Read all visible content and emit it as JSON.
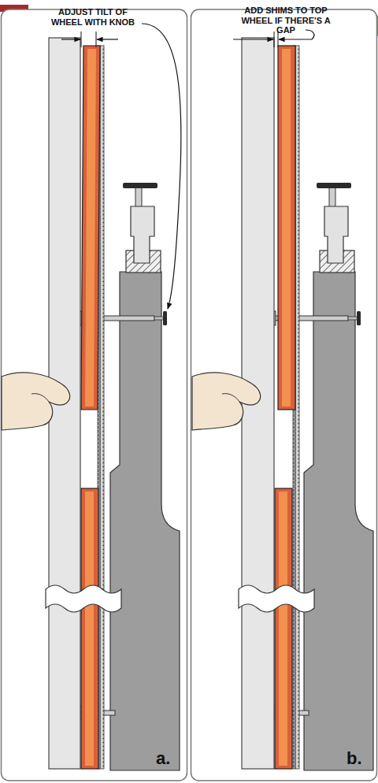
{
  "diagram": {
    "labels": [
      "ADJUST TILT OF WHEEL WITH KNOB",
      "ADD SHIMS TO TOP WHEEL IF THERE'S A GAP",
      "a.",
      "b."
    ]
  }
}
